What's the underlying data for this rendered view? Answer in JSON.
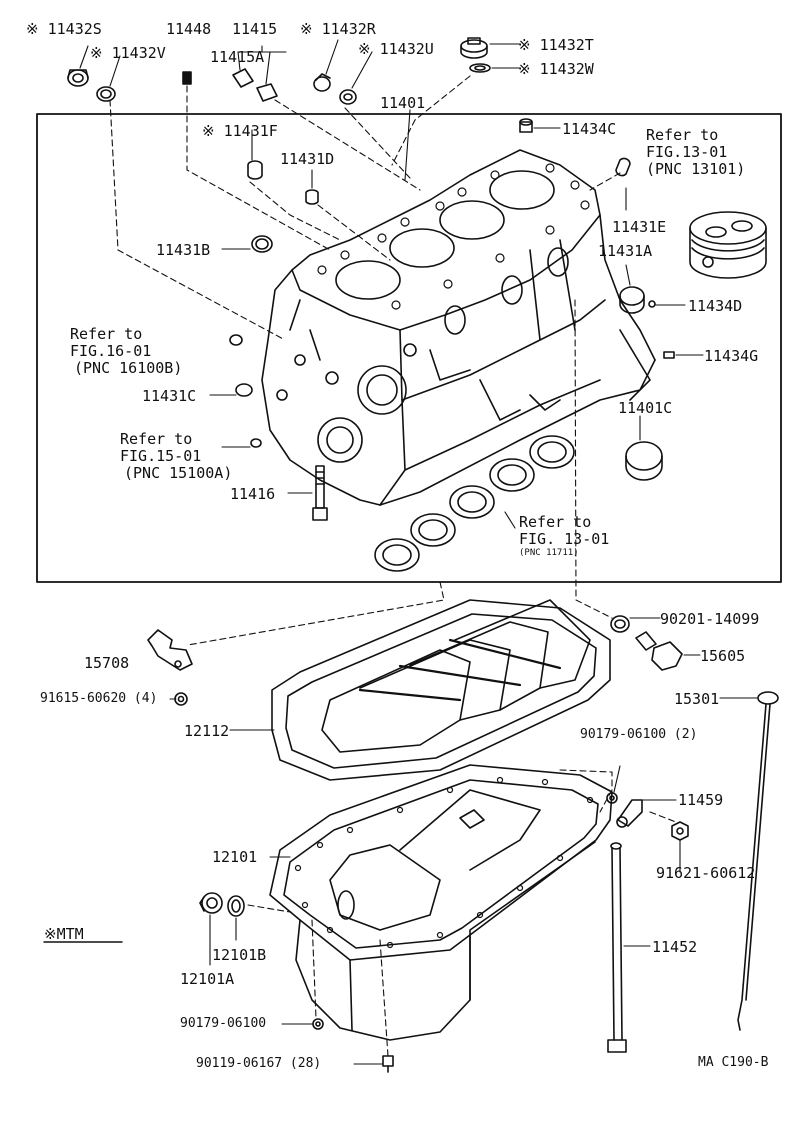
{
  "labels": {
    "p11432S": "※ 11432S",
    "p11432V": "※ 11432V",
    "p11448": "11448",
    "p11415": "11415",
    "p11415A": "11415A",
    "p11432R": "※ 11432R",
    "p11432U": "※ 11432U",
    "p11432T": "※ 11432T",
    "p11432W": "※ 11432W",
    "p11401": "11401",
    "p11434C_top": "11434C",
    "p11431F": "※ 11431F",
    "p11431D": "11431D",
    "p11431E": "11431E",
    "p11431A": "11431A",
    "p11431B": "11431B",
    "p11434D": "11434D",
    "p11434G": "11434G",
    "p11431C": "11431C",
    "p11401C": "11401C",
    "p11416": "11416",
    "p90201": "90201-14099",
    "p15605": "15605",
    "p15708": "15708",
    "p91615": "91615-60620 (4)",
    "p15301": "15301",
    "p12112": "12112",
    "p90179_2": "90179-06100 (2)",
    "p11459": "11459",
    "p91621": "91621-60612",
    "p12101": "12101",
    "p12101B": "12101B",
    "p12101A": "12101A",
    "p11452": "11452",
    "p90179": "90179-06100",
    "p90119": "90119-06167 (28)",
    "mtm": "※MTM",
    "code": "MA C190-B"
  },
  "refs": {
    "r13101": {
      "l1": "Refer to",
      "l2": "FIG.13-01",
      "l3": "(PNC 13101)"
    },
    "r16100B": {
      "l1": "Refer to",
      "l2": "FIG.16-01",
      "l3": "(PNC 16100B)"
    },
    "r15100A": {
      "l1": "Refer to",
      "l2": "FIG.15-01",
      "l3": "(PNC 15100A)"
    },
    "r11711": {
      "l1": "Refer to",
      "l2": "FIG. 13-01",
      "l3": "(PNC 11711)"
    }
  }
}
